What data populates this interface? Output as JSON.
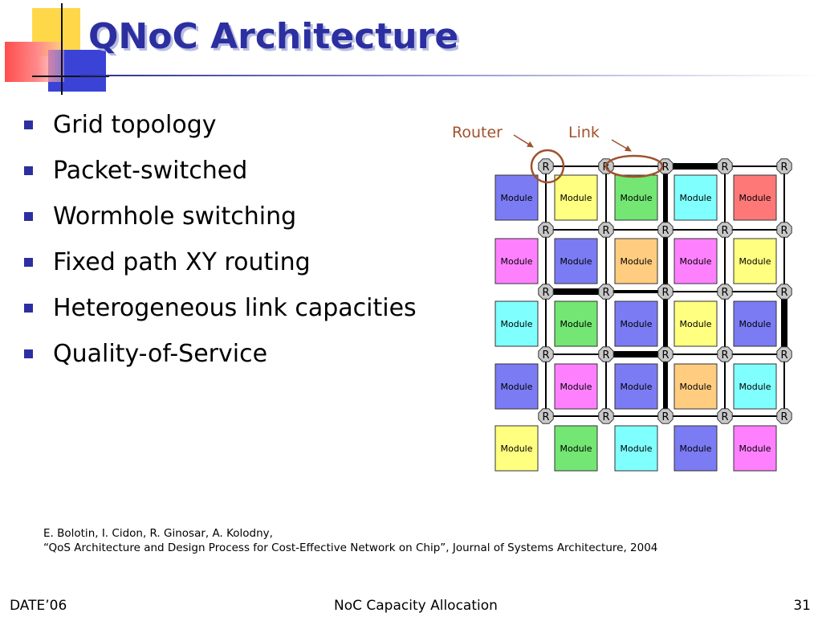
{
  "slide": {
    "title": "QNoC Architecture",
    "bullets": [
      "Grid topology",
      "Packet-switched",
      "Wormhole switching",
      "Fixed path XY routing",
      "Heterogeneous link capacities",
      "Quality-of-Service"
    ],
    "citation": {
      "authors": "E. Bolotin, I. Cidon, R. Ginosar, A. Kolodny,",
      "reference": "“QoS Architecture and Design Process for Cost-Effective Network on Chip”, Journal of Systems Architecture, 2004"
    },
    "footer": {
      "left": "DATE’06",
      "center": "NoC Capacity Allocation",
      "page_number": "31"
    }
  },
  "diagram": {
    "callouts": {
      "router": "Router",
      "link": "Link"
    },
    "router_label": "R",
    "module_label": "Module",
    "colors": {
      "blue": "#7b7bf4",
      "yellow": "#ffff80",
      "green": "#73e673",
      "cyan": "#80ffff",
      "red": "#ff7878",
      "magenta": "#ff80ff",
      "orange": "#ffcc80",
      "callout": "#a0522d",
      "accent": "#2c2fa0"
    },
    "module_grid": [
      [
        "blue",
        "yellow",
        "green",
        "cyan",
        "red"
      ],
      [
        "magenta",
        "blue",
        "orange",
        "magenta",
        "yellow"
      ],
      [
        "cyan",
        "green",
        "blue",
        "yellow",
        "blue"
      ],
      [
        "blue",
        "magenta",
        "blue",
        "orange",
        "cyan"
      ],
      [
        "yellow",
        "green",
        "cyan",
        "blue",
        "magenta"
      ]
    ],
    "link_capacity_horizontal": [
      [
        1,
        1,
        4,
        1
      ],
      [
        1,
        1,
        1,
        1
      ],
      [
        4,
        2,
        1,
        1
      ],
      [
        1,
        4,
        1,
        1
      ],
      [
        1,
        1,
        1,
        1
      ]
    ],
    "link_capacity_vertical": [
      [
        1,
        1,
        3,
        1,
        1
      ],
      [
        1,
        1,
        3,
        1,
        1
      ],
      [
        1,
        1,
        3,
        1,
        4
      ],
      [
        1,
        1,
        3,
        1,
        1
      ]
    ]
  }
}
